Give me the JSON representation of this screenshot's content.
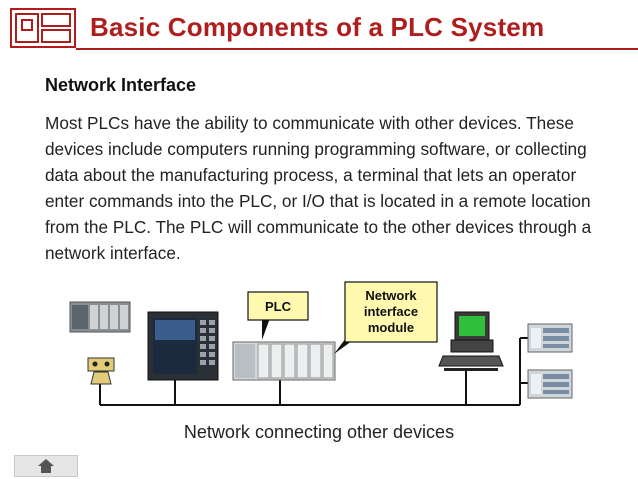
{
  "header": {
    "title": "Basic Components of a PLC System"
  },
  "section": {
    "heading": "Network Interface",
    "paragraph": "Most PLCs have the ability to communicate with other devices.  These devices include computers running programming software, or collecting data about the manufacturing process, a terminal that lets an operator enter commands into the PLC, or I/O that is located in a remote location from the PLC.  The PLC will communicate to the other devices through a network interface."
  },
  "diagram": {
    "callout_plc": "PLC",
    "callout_module": [
      "Network",
      "interface",
      "module"
    ],
    "caption": "Network connecting other devices"
  },
  "nav": {
    "home_icon": "home-icon"
  },
  "colors": {
    "accent": "#b01d1d",
    "callout_fill": "#fff9b0",
    "network_line": "#111111"
  }
}
